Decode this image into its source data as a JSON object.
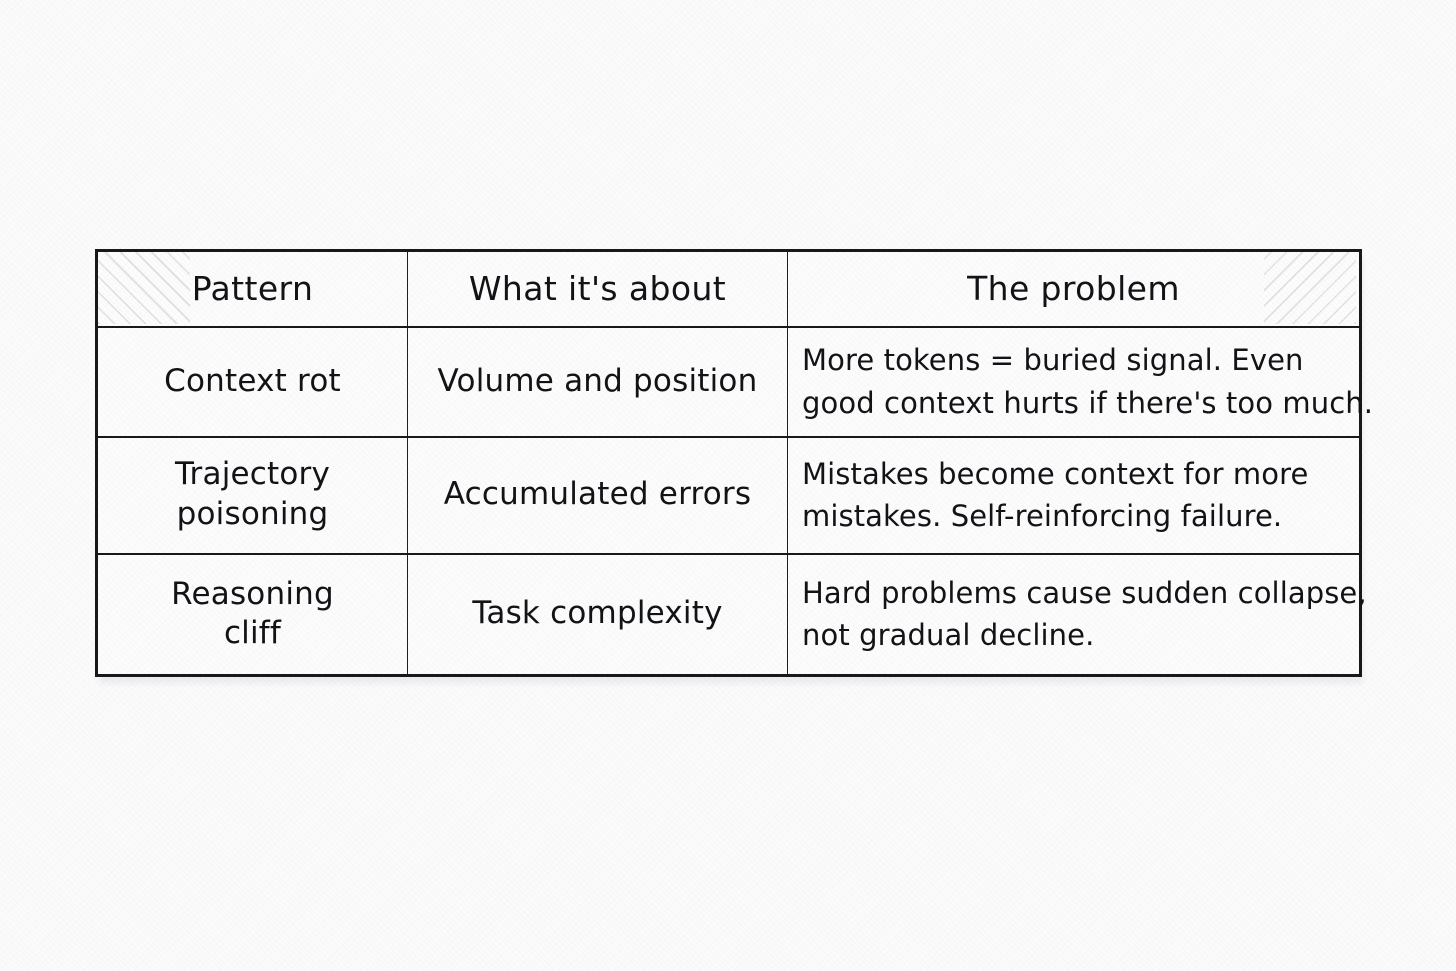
{
  "table": {
    "caption": "",
    "columns": [
      {
        "key": "pattern",
        "header": "Pattern"
      },
      {
        "key": "about",
        "header": "What it's about"
      },
      {
        "key": "problem",
        "header": "The problem"
      }
    ],
    "rows": [
      {
        "pattern_lines": [
          "Context rot"
        ],
        "about": "Volume and position",
        "problem_lines": [
          "More tokens = buried signal. Even",
          "good context hurts if there's too much."
        ]
      },
      {
        "pattern_lines": [
          "Trajectory",
          "poisoning"
        ],
        "about": "Accumulated errors",
        "problem_lines": [
          "Mistakes become context for more",
          "mistakes. Self-reinforcing failure."
        ]
      },
      {
        "pattern_lines": [
          "Reasoning",
          "cliff"
        ],
        "about": "Task complexity",
        "problem_lines": [
          "Hard problems cause sudden collapse,",
          "not gradual decline."
        ]
      }
    ]
  },
  "style": {
    "page_background": "#fbfbfb",
    "cell_background": "#fcfcfc",
    "ink_color": "#16181c",
    "text_color": "#111316",
    "hatch_color": "#787c84"
  }
}
